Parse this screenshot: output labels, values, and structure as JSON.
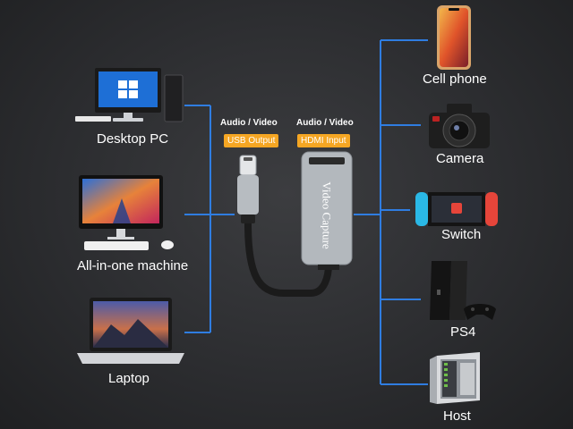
{
  "left_devices": [
    {
      "label": "Desktop PC"
    },
    {
      "label": "All-in-one machine"
    },
    {
      "label": "Laptop"
    }
  ],
  "right_devices": [
    {
      "label": "Cell phone"
    },
    {
      "label": "Camera"
    },
    {
      "label": "Switch"
    },
    {
      "label": "PS4"
    },
    {
      "label": "Host"
    }
  ],
  "adapter": {
    "left_header": "Audio / Video",
    "left_badge": "USB Output",
    "right_header": "Audio / Video",
    "right_badge": "HDMI Input",
    "device_text": "Video Capture"
  },
  "colors": {
    "line": "#2f7de1",
    "badge": "#f5a623",
    "background": "#2e2f32"
  }
}
